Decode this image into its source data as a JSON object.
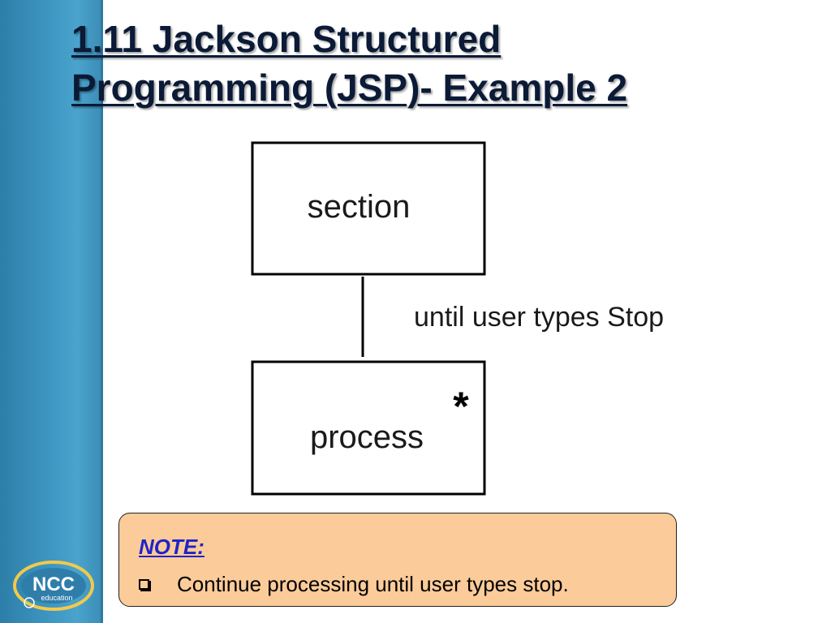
{
  "slide": {
    "title_line1": "1.11 Jackson Structured",
    "title_line2": "Programming (JSP)- Example 2"
  },
  "diagram": {
    "parent_box": "section",
    "child_box": "process",
    "iteration_marker": "*",
    "condition": "until user types Stop"
  },
  "note": {
    "heading": "NOTE:",
    "items": [
      "Continue processing until user types stop."
    ]
  },
  "logo": {
    "text_main": "NCC",
    "text_sub": "education"
  },
  "colors": {
    "sidebar": "#3c95c0",
    "title": "#0b1a36",
    "note_background": "#fbcb9a",
    "note_heading": "#1f23c8"
  }
}
